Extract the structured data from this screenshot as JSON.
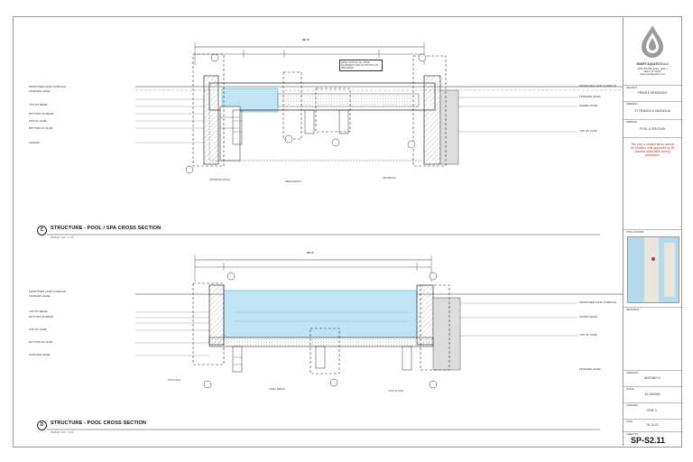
{
  "drawing": {
    "sheet_number": "SP-S2.11",
    "sections": [
      {
        "letter": "C",
        "title": "STRUCTURE - POOL / SPA CROSS SECTION",
        "scale": "SCALE: 1/4\" = 1'-0\""
      },
      {
        "letter": "D",
        "title": "STRUCTURE - POOL CROSS SECTION",
        "scale": "SCALE: 1/4\" = 1'-0\""
      }
    ],
    "top_dimension": "30'-0\"",
    "bottom_dimension": "30'-0\"",
    "left_levels_top": [
      "PROPOSED LAND SURFACE",
      "FINISHED LEVEL",
      "TOP OF BEAM",
      "BOTTOM OF BEAM",
      "TOP OF SLAB",
      "BOTTOM OF SLAB",
      "LEGEND"
    ],
    "left_levels_bottom": [
      "PROPOSED LAND SURFACE",
      "FINISHED LEVEL",
      "TOP OF BEAM",
      "BOTTOM OF BEAM",
      "TOP OF SLAB",
      "BOTTOM OF SLAB",
      "FINISHED LEVEL"
    ],
    "right_levels_top": [
      "PROPOSED LAND SURFACE",
      "FINISHED LEVEL",
      "WATER LEVEL",
      "TOP OF SLAB"
    ],
    "right_levels_bottom": [
      "PROPOSED LAND SURFACE",
      "WATER LEVEL",
      "TOP OF SLAB",
      "FINISHED LEVEL"
    ],
    "top_note": "NOTE: INSTALL ALL POOL EQUIPMENT AND FILTRATION AS REQUIRED",
    "callout_notes": [
      "WATERPROOFING",
      "REINFORCING",
      "SPA BENCH",
      "POOL WALL",
      "STEEL REBAR",
      "POOL FLOOR"
    ]
  },
  "title_block": {
    "company": "SMART AQUATICS LLC",
    "company_lines": [
      "7500 NW 25th Street, Suite 1",
      "Miami, FL 33122",
      "www.smartaquatics.com"
    ],
    "project_label": "PROJECT",
    "project": "PRIVATE RESIDENCE",
    "address_label": "ADDRESS",
    "address": "ST FRANCIS & MAGNOLIA",
    "drawing_label": "DRAWING",
    "drawing": "POOL & SPA PLAN",
    "red_note": "The pool & related items cannot be installed until approved by all relevant authorities having jurisdiction",
    "map_label": "SITE LOCATION",
    "revisions_label": "REVISIONS",
    "drawn_by_label": "DRAWN BY",
    "drawn_by": "ANTONIO G",
    "scale_label": "SCALE",
    "scale": "AS SHOWN",
    "checked_label": "CHECKED",
    "checked": "ERIK S.",
    "date_label": "DATE",
    "date": "03-15-23",
    "sheet_label": "SHEET NO.",
    "sheet": "SP-S2.11"
  },
  "colors": {
    "water": "#bfe4f3",
    "water_edge": "#5aaed0",
    "line": "#333333",
    "red_note": "#c0392b",
    "grid": "#d9d9d9"
  }
}
